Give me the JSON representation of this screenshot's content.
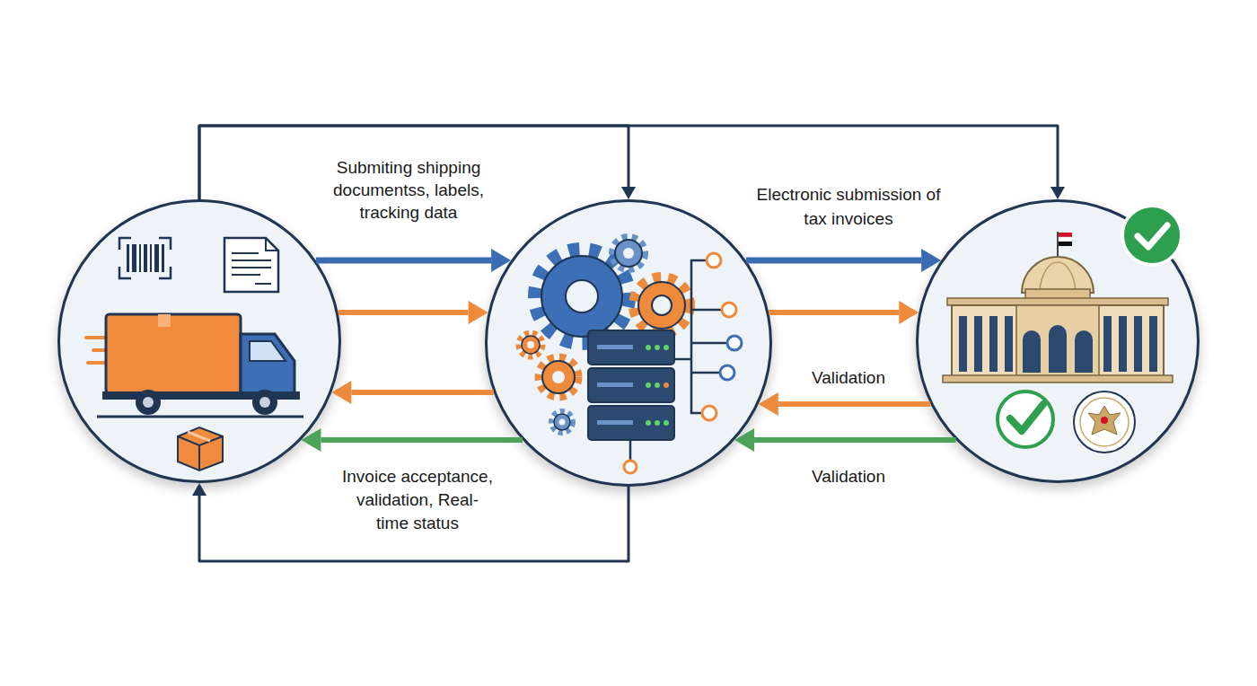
{
  "diagram": {
    "nodes": [
      {
        "text": []
      },
      {
        "text": []
      },
      {
        "text": []
      }
    ],
    "edges": [
      {
        "from": 0,
        "to": 1,
        "arrow": "to",
        "label": "Submiting shipping documentss, labels, tracking data"
      },
      {
        "from": 0,
        "to": 1,
        "arrow": "to"
      },
      {
        "from": 1,
        "to": 0,
        "arrow": "to"
      },
      {
        "from": 1,
        "to": 0,
        "arrow": "to",
        "label": "Invoice acceptance, validation, Real-time status"
      },
      {
        "from": 1,
        "to": 2,
        "arrow": "to",
        "label": "Electronic submission of tax invoices"
      },
      {
        "from": 1,
        "to": 2,
        "arrow": "to"
      },
      {
        "from": 2,
        "to": 1,
        "arrow": "to",
        "label": "Validation"
      },
      {
        "from": 2,
        "to": 1,
        "arrow": "to",
        "label": "Validation"
      },
      {
        "from": 0,
        "to": 1,
        "arrow": "to"
      },
      {
        "from": 0,
        "to": 2,
        "arrow": "to"
      },
      {
        "from": 1,
        "to": 0,
        "arrow": "to"
      }
    ]
  }
}
